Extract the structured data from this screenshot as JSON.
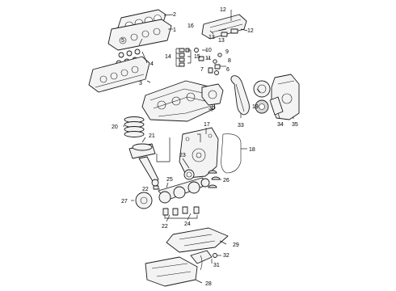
{
  "diagram": {
    "callouts": {
      "c1": "1",
      "c2": "2",
      "c3": "3",
      "c4": "4",
      "c5": "5",
      "c6": "6",
      "c7": "7",
      "c8": "8",
      "c9": "9",
      "c10": "10",
      "c11": "11",
      "c12a": "12",
      "c12b": "12",
      "c13a": "13",
      "c13b": "13",
      "c14": "14",
      "c15": "15",
      "c16": "16",
      "c17": "17",
      "c18": "18",
      "c19": "19",
      "c20": "20",
      "c21": "21",
      "c22a": "22",
      "c22b": "22",
      "c23": "23",
      "c24": "24",
      "c25": "25",
      "c26": "26",
      "c27": "27",
      "c28": "28",
      "c29": "29",
      "c30": "30",
      "c31": "31",
      "c32": "32",
      "c33": "33",
      "c34": "34",
      "c35": "35"
    }
  }
}
